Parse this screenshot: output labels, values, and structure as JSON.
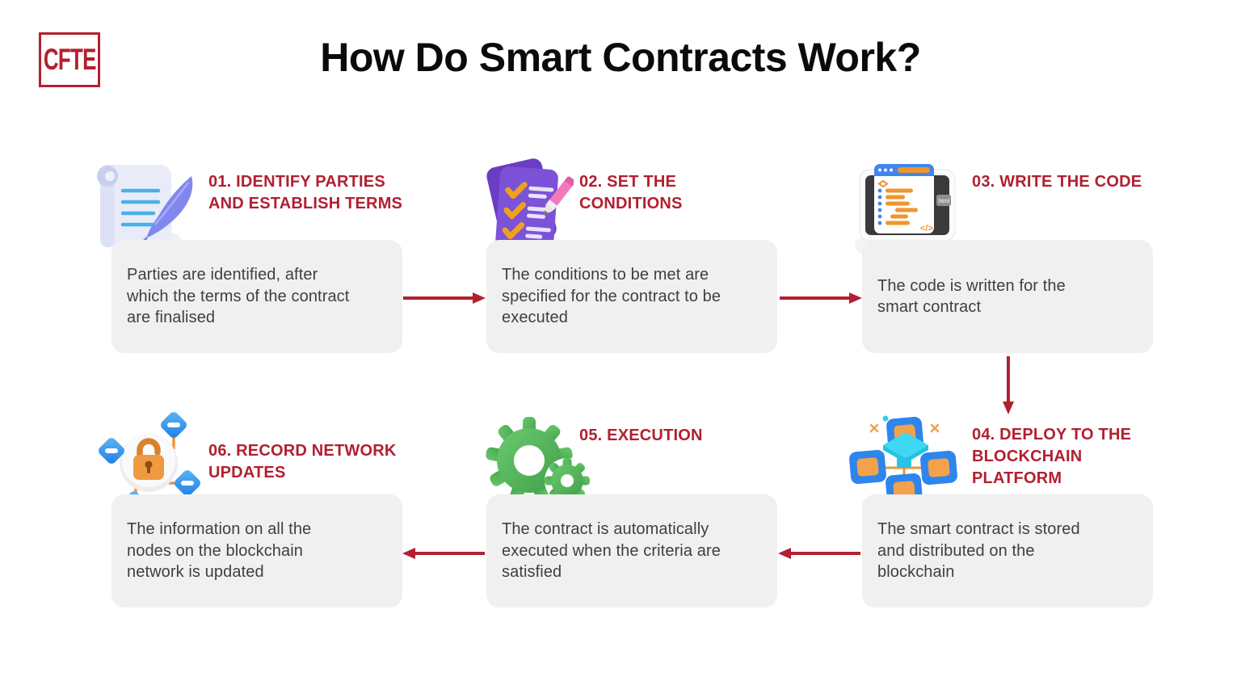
{
  "page": {
    "logo_text": "CFTE",
    "title": "How Do Smart Contracts Work?"
  },
  "colors": {
    "accent_red": "#B12031",
    "card_background": "#F0F0F1",
    "body_text": "#3E3F41",
    "title_text": "#0B0B0B"
  },
  "steps": [
    {
      "number": "01",
      "heading": "01. IDENTIFY PARTIES\nAND ESTABLISH TERMS",
      "description": "Parties are identified, after\nwhich the terms of the contract\nare finalised",
      "icon": "scroll-quill-icon"
    },
    {
      "number": "02",
      "heading": "02. SET THE\nCONDITIONS",
      "description": "The conditions to be met are\nspecified for the contract to be\nexecuted",
      "icon": "checklist-icon"
    },
    {
      "number": "03",
      "heading": "03. WRITE THE CODE",
      "description": "The code is written for the\nsmart contract",
      "icon": "monitor-code-icon"
    },
    {
      "number": "04",
      "heading": "04. DEPLOY TO THE\nBLOCKCHAIN\nPLATFORM",
      "description": "The smart contract is stored\nand distributed on the\nblockchain",
      "icon": "blockchain-icon"
    },
    {
      "number": "05",
      "heading": "05. EXECUTION",
      "description": "The contract is automatically\nexecuted when the criteria are\nsatisfied",
      "icon": "gears-icon"
    },
    {
      "number": "06",
      "heading": "06. RECORD NETWORK\nUPDATES",
      "description": "The information on all the\nnodes on the blockchain\nnetwork is updated",
      "icon": "lock-network-icon"
    }
  ],
  "flow": [
    {
      "from": "01",
      "to": "02",
      "direction": "right"
    },
    {
      "from": "02",
      "to": "03",
      "direction": "right"
    },
    {
      "from": "03",
      "to": "04",
      "direction": "down"
    },
    {
      "from": "04",
      "to": "05",
      "direction": "left"
    },
    {
      "from": "05",
      "to": "06",
      "direction": "left"
    }
  ]
}
